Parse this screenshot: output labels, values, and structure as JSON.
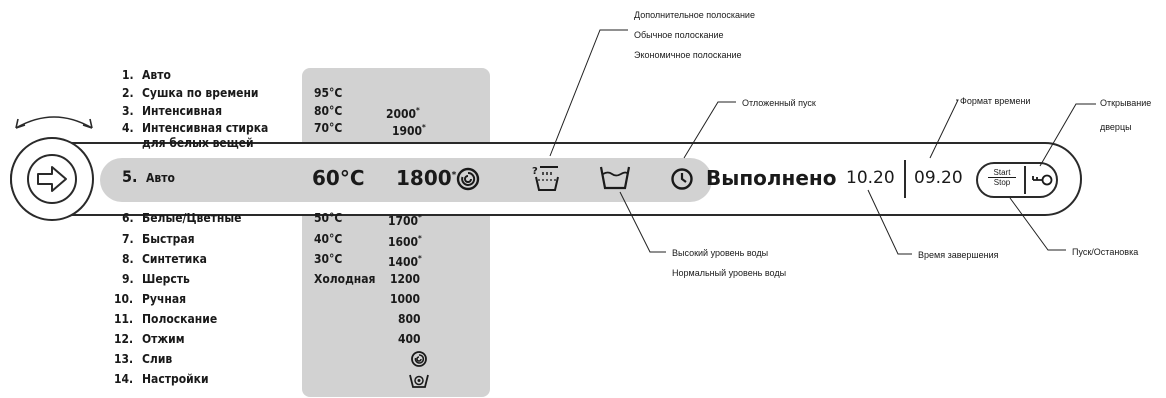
{
  "programs": [
    {
      "no": "1.",
      "name": "Авто"
    },
    {
      "no": "2.",
      "name": "Сушка по времени"
    },
    {
      "no": "3.",
      "name": "Интенсивная"
    },
    {
      "no": "4.",
      "name": "Интенсивная стирка"
    },
    {
      "no": "",
      "name": "для белых вещей"
    },
    {
      "no": "5.",
      "name": "Авто"
    },
    {
      "no": "6.",
      "name": "Белые/Цветные"
    },
    {
      "no": "7.",
      "name": "Быстрая"
    },
    {
      "no": "8.",
      "name": "Синтетика"
    },
    {
      "no": "9.",
      "name": "Шерсть"
    },
    {
      "no": "10.",
      "name": "Ручная"
    },
    {
      "no": "11.",
      "name": "Полоскание"
    },
    {
      "no": "12.",
      "name": "Отжим"
    },
    {
      "no": "13.",
      "name": "Слив"
    },
    {
      "no": "14.",
      "name": "Настройки"
    }
  ],
  "temps": {
    "t95": "95°C",
    "t80": "80°C",
    "t70": "70°C",
    "t60": "60°C",
    "t50": "50°C",
    "t40": "40°C",
    "t30": "30°C",
    "cold": "Холодная"
  },
  "speeds": {
    "s2000": "2000",
    "s1900": "1900",
    "s1800": "1800",
    "s1700": "1700",
    "s1600": "1600",
    "s1400": "1400",
    "s1200": "1200",
    "s1000": "1000",
    "s800": "800",
    "s400": "400",
    "star": "*"
  },
  "display": {
    "status": "Выполнено",
    "end_time": "10.20",
    "clock": "09.20",
    "start_top": "Start",
    "start_bottom": "Stop"
  },
  "annotations": {
    "extra_rinse": "Дополнительное полоскание",
    "normal_rinse": "Обычное полоскание",
    "eco_rinse": "Экономичное полоскание",
    "delay": "Отложенный пуск",
    "time_format": "Формат времени",
    "door_open": "Открывание",
    "door_open2": "дверцы",
    "high_water": "Высокий уровень воды",
    "normal_water": "Нормальный уровень воды",
    "end_time": "Время завершения",
    "start_stop": "Пуск/Остановка"
  }
}
